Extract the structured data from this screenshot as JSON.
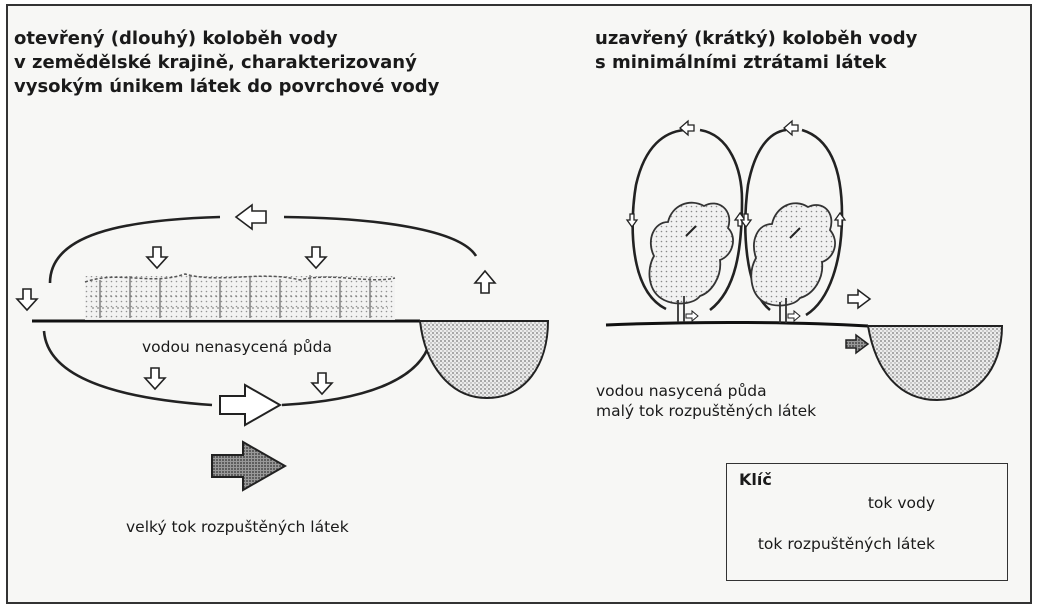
{
  "left_panel": {
    "title_lines": [
      "otevřený (dlouhý) koloběh vody",
      "v zemědělské krajině, charakterizovaný",
      "vysokým únikem látek do povrchové vody"
    ],
    "soil_label": "vodou nenasycená půda",
    "flux_label": "velký tok rozpuštěných látek"
  },
  "right_panel": {
    "title_lines": [
      "uzavřený (krátký) koloběh vody",
      "s minimálními ztrátami látek"
    ],
    "soil_label_lines": [
      "vodou nasycená půda",
      "malý tok rozpuštěných látek"
    ]
  },
  "legend": {
    "title": "Klíč",
    "water_flow": "tok vody",
    "solute_flow": "tok rozpuštěných látek"
  }
}
